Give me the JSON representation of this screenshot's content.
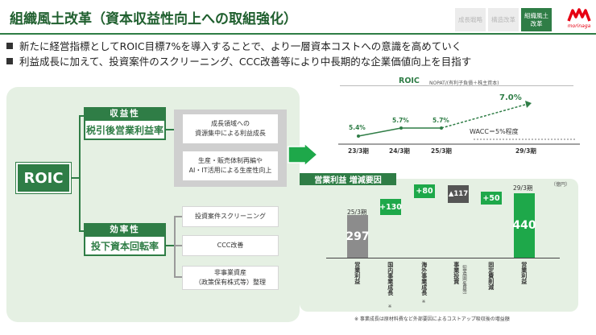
{
  "header": {
    "title": "組織風土改革（資本収益性向上への取組強化）",
    "tabs": [
      "成長戦略",
      "構造改革",
      "組織風土\n改革"
    ],
    "active_tab": 2,
    "logo_text": "morinaga"
  },
  "bullets": [
    "新たに経営指標としてROIC目標7%を導入することで、より一層資本コストへの意識を高めていく",
    "利益成長に加えて、投資案件のスクリーニング、CCC改善等により中長期的な企業価値向上を目指す"
  ],
  "tree": {
    "root": "ROIC",
    "categories": [
      {
        "head": "収益性",
        "body": "税引後営業利益率",
        "items": [
          "成長領域への\n資源集中による利益成長",
          "生産・販売体制再編や\nAI・IT活用による生産性向上"
        ]
      },
      {
        "head": "効率性",
        "body": "投下資本回転率",
        "items": [
          "投資案件スクリーニング",
          "CCC改善",
          "非事業資産\n（政策保有株式等）整理"
        ]
      }
    ]
  },
  "roic_chart": {
    "title": "ROIC",
    "subtitle": "NOPAT/(有利子負債＋株主資本)",
    "wacc": "WACC＝5%程度",
    "values": [
      "5.4%",
      "5.7%",
      "5.7%",
      "7.0%"
    ],
    "periods": [
      "23/3期",
      "24/3期",
      "25/3期",
      "29/3期"
    ]
  },
  "waterfall": {
    "title": "営業利益 増減要因",
    "unit": "（億円）",
    "start_label": "25/3期",
    "end_label": "29/3期",
    "start_value": "297",
    "end_value": "440",
    "steps": [
      "+130",
      "+80",
      "▲117",
      "+50"
    ],
    "categories": [
      "営業利益",
      "国内事業成長",
      "海外事業成長",
      "事業投資",
      "固定費削減",
      "営業利益"
    ],
    "sub_marks": [
      "",
      "※",
      "※",
      "（製造固定費等）",
      "",
      ""
    ],
    "footnote": "※ 事業成長は原材料費など外部要因によるコストアップ吸収後の増益額"
  },
  "chart_data": [
    {
      "type": "line",
      "title": "ROIC",
      "x": [
        "23/3期",
        "24/3期",
        "25/3期",
        "29/3期"
      ],
      "series": [
        {
          "values": [
            5.4,
            5.7,
            5.7,
            7.0
          ]
        }
      ],
      "annotations": [
        "WACC＝5%程度"
      ]
    },
    {
      "type": "bar",
      "title": "営業利益 増減要因",
      "categories": [
        "営業利益(25/3期)",
        "国内事業成長",
        "海外事業成長",
        "事業投資",
        "固定費削減",
        "営業利益(29/3期)"
      ],
      "values": [
        297,
        130,
        80,
        -117,
        50,
        440
      ],
      "unit": "億円"
    }
  ],
  "colors": {
    "brand_green": "#2f7d46",
    "bright_green": "#1ea84a",
    "gray_bar": "#8c8c8c",
    "dark_gray": "#555555",
    "logo_red": "#e60012"
  }
}
